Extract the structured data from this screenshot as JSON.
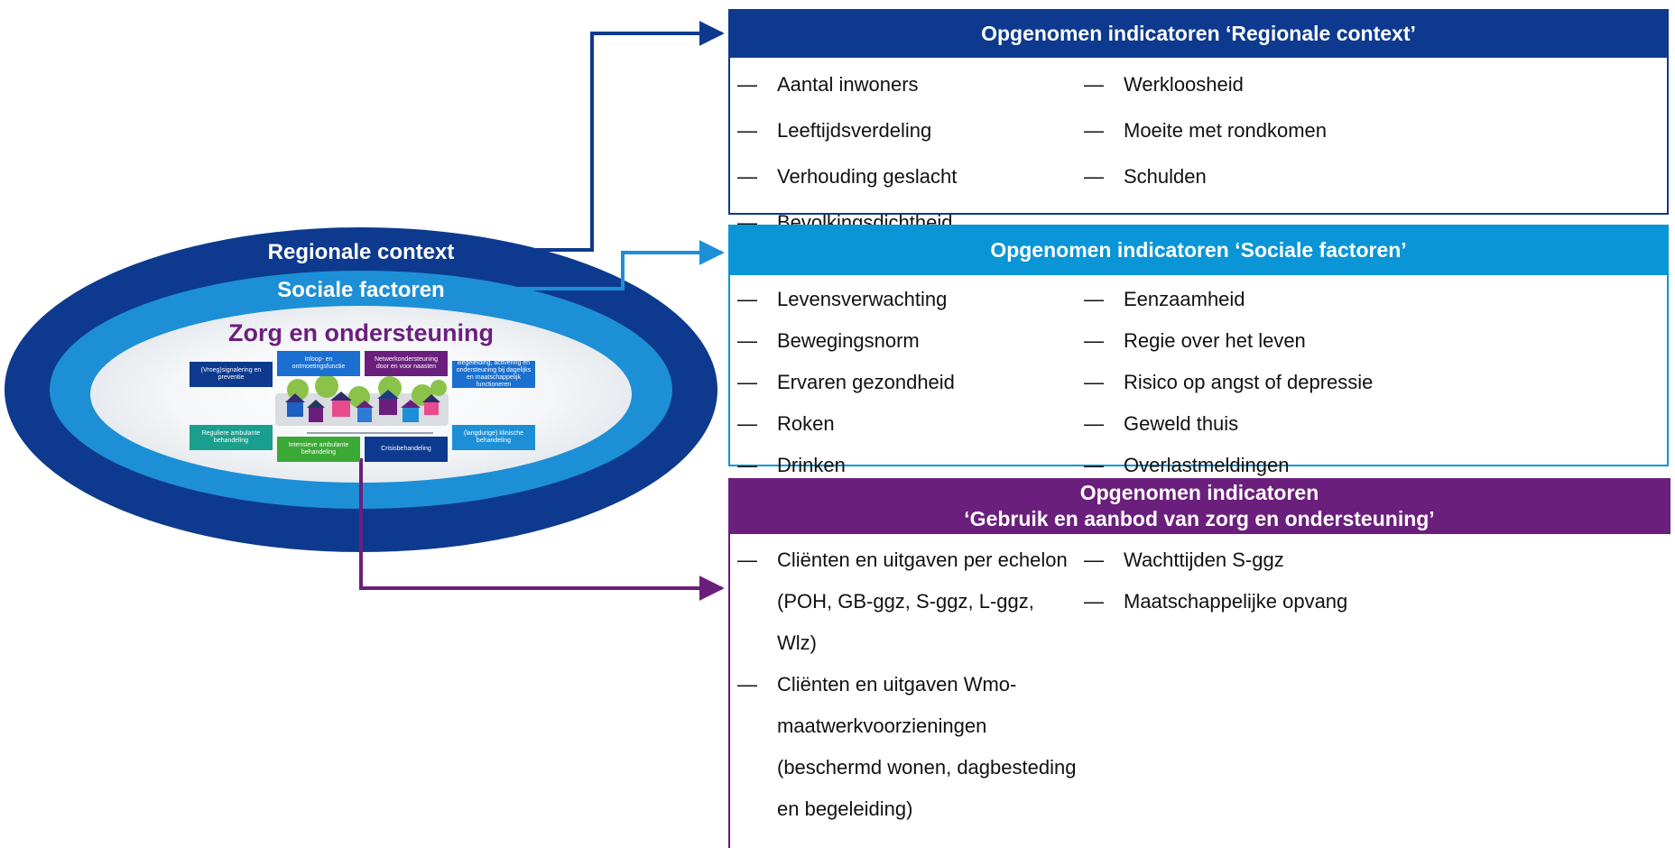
{
  "diagram": {
    "rings": {
      "outer_label": "Regionale context",
      "middle_label": "Sociale factoren",
      "inner_title": "Zorg en ondersteuning"
    },
    "inner_boxes": [
      {
        "label": "(Vroeg)signalering en preventie"
      },
      {
        "label": "Inloop- en ontmoetingsfunctie"
      },
      {
        "label": "Netwerkondersteuning door en voor naasten"
      },
      {
        "label": "Begeleiding, activering en ondersteuning bij dagelijks en maatschappelijk functioneren"
      },
      {
        "label": "Reguliere ambulante behandeling"
      },
      {
        "label": "Intensieve ambulante behandeling"
      },
      {
        "label": "Crisisbehandeling"
      },
      {
        "label": "(langdurige) klinische behandeling"
      }
    ],
    "dash": "—",
    "panels": {
      "regionale": {
        "title": "Opgenomen indicatoren ‘Regionale context’",
        "left": [
          "Aantal inwoners",
          "Leeftijdsverdeling",
          "Verhouding geslacht",
          "Bevolkingsdichtheid"
        ],
        "right": [
          "Werkloosheid",
          "Moeite met rondkomen",
          "Schulden"
        ]
      },
      "sociale": {
        "title": "Opgenomen indicatoren ‘Sociale factoren’",
        "left": [
          "Levensverwachting",
          "Bewegingsnorm",
          "Ervaren gezondheid",
          "Roken",
          "Drinken"
        ],
        "right": [
          "Eenzaamheid",
          "Regie over het leven",
          "Risico op angst of depressie",
          "Geweld thuis",
          "Overlastmeldingen"
        ]
      },
      "zorg": {
        "title_line1": "Opgenomen indicatoren",
        "title_line2": "‘Gebruik en aanbod van zorg en ondersteuning’",
        "left": [
          "Cliënten en uitgaven per echelon (POH, GB-ggz, S-ggz, L-ggz, Wlz)",
          "Cliënten en uitgaven Wmo-maatwerkvoorzieningen (beschermd wonen, dagbesteding en begeleiding)"
        ],
        "right": [
          "Wachttijden S-ggz",
          "Maatschappelijke opvang"
        ]
      }
    },
    "colors": {
      "dark_blue": "#0d3a8e",
      "mid_blue": "#1d8fd6",
      "light_blue": "#0a95d6",
      "purple": "#6b1f7c",
      "green": "#3aa935",
      "teal": "#1a9f8e"
    }
  }
}
